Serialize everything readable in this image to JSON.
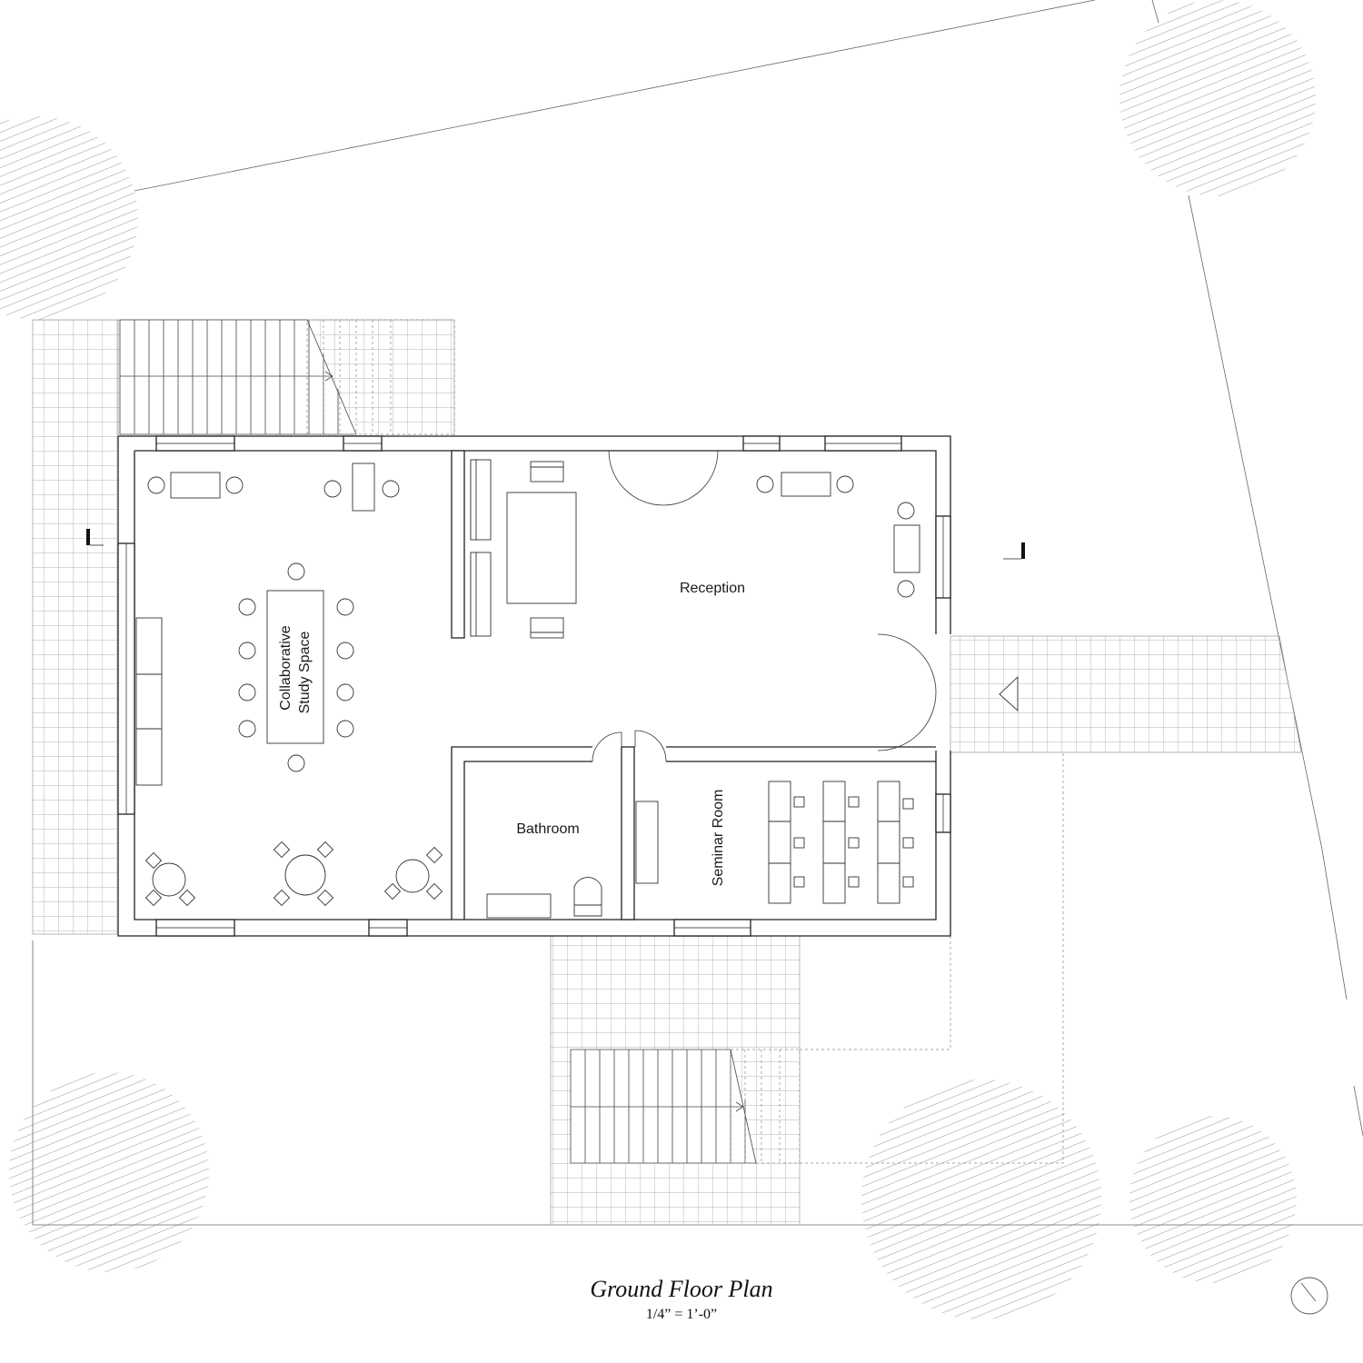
{
  "rooms": {
    "collaborative_line1": "Collaborative",
    "collaborative_line2": "Study Space",
    "reception": "Reception",
    "bathroom": "Bathroom",
    "seminar": "Seminar Room"
  },
  "plan_title": "Ground Floor Plan",
  "plan_scale": "1/4” = 1’-0”"
}
